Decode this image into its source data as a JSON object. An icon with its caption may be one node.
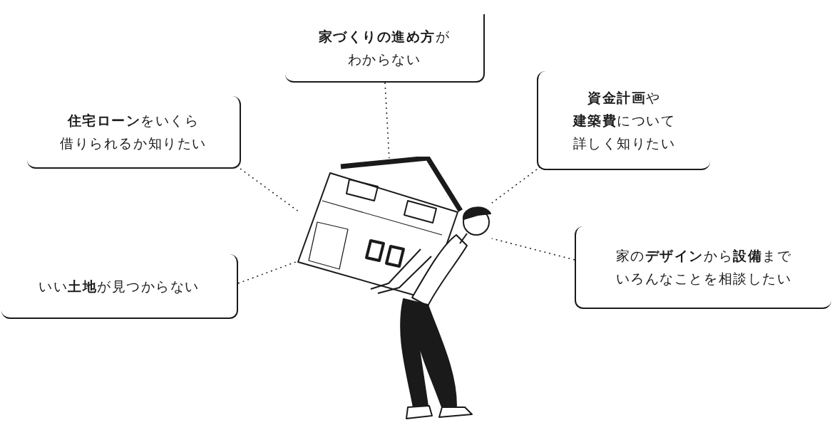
{
  "diagram": {
    "nodes": [
      {
        "text": [
          "**家づくりの進め方**がわからない"
        ]
      },
      {
        "text": [
          "**住宅ローン**をいくら借りられるか知りたい"
        ]
      },
      {
        "text": [
          "**資金計画**や**建築費**について詳しく知りたい"
        ]
      },
      {
        "text": [
          "いい**土地**が見つからない"
        ]
      },
      {
        "text": [
          "家の**デザイン**から**設備**までいろんなことを相談したい"
        ]
      },
      {
        "text": [],
        "shape": "picture"
      }
    ],
    "edges": [
      {
        "from": 0,
        "to": 5,
        "arrow": "none",
        "style": "dashed"
      },
      {
        "from": 1,
        "to": 5,
        "arrow": "none",
        "style": "dashed"
      },
      {
        "from": 2,
        "to": 5,
        "arrow": "none",
        "style": "dashed"
      },
      {
        "from": 3,
        "to": 5,
        "arrow": "none",
        "style": "dashed"
      },
      {
        "from": 4,
        "to": 5,
        "arrow": "none",
        "style": "dashed"
      }
    ]
  }
}
